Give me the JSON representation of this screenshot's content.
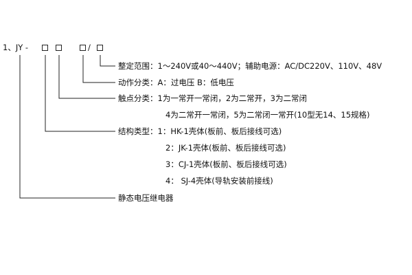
{
  "model": {
    "prefix": "1、JY -",
    "slash": "/"
  },
  "spec": {
    "setting_range": "整定范围：1～240V或40～440V；辅助电源：AC/DC220V、110V、48V",
    "action_type": "动作分类：A：过电压   B：低电压",
    "contact_type_1": "触点分类：1为一常开一常闭，2为二常开，3为二常闭",
    "contact_type_2": "4为二常开一常闭，5为二常闭一常开(10型无14、15规格)",
    "structure_1": "结构类型：1：HK-1壳体(板前、板后接线可选)",
    "structure_2": "2：JK-1壳体(板前、板后接线可选)",
    "structure_3": "3：CJ-1壳体(板前、板后接线可选)",
    "structure_4": "4：  SJ-4壳体(导轨安装前接线)",
    "product_name": "静态电压继电器"
  }
}
